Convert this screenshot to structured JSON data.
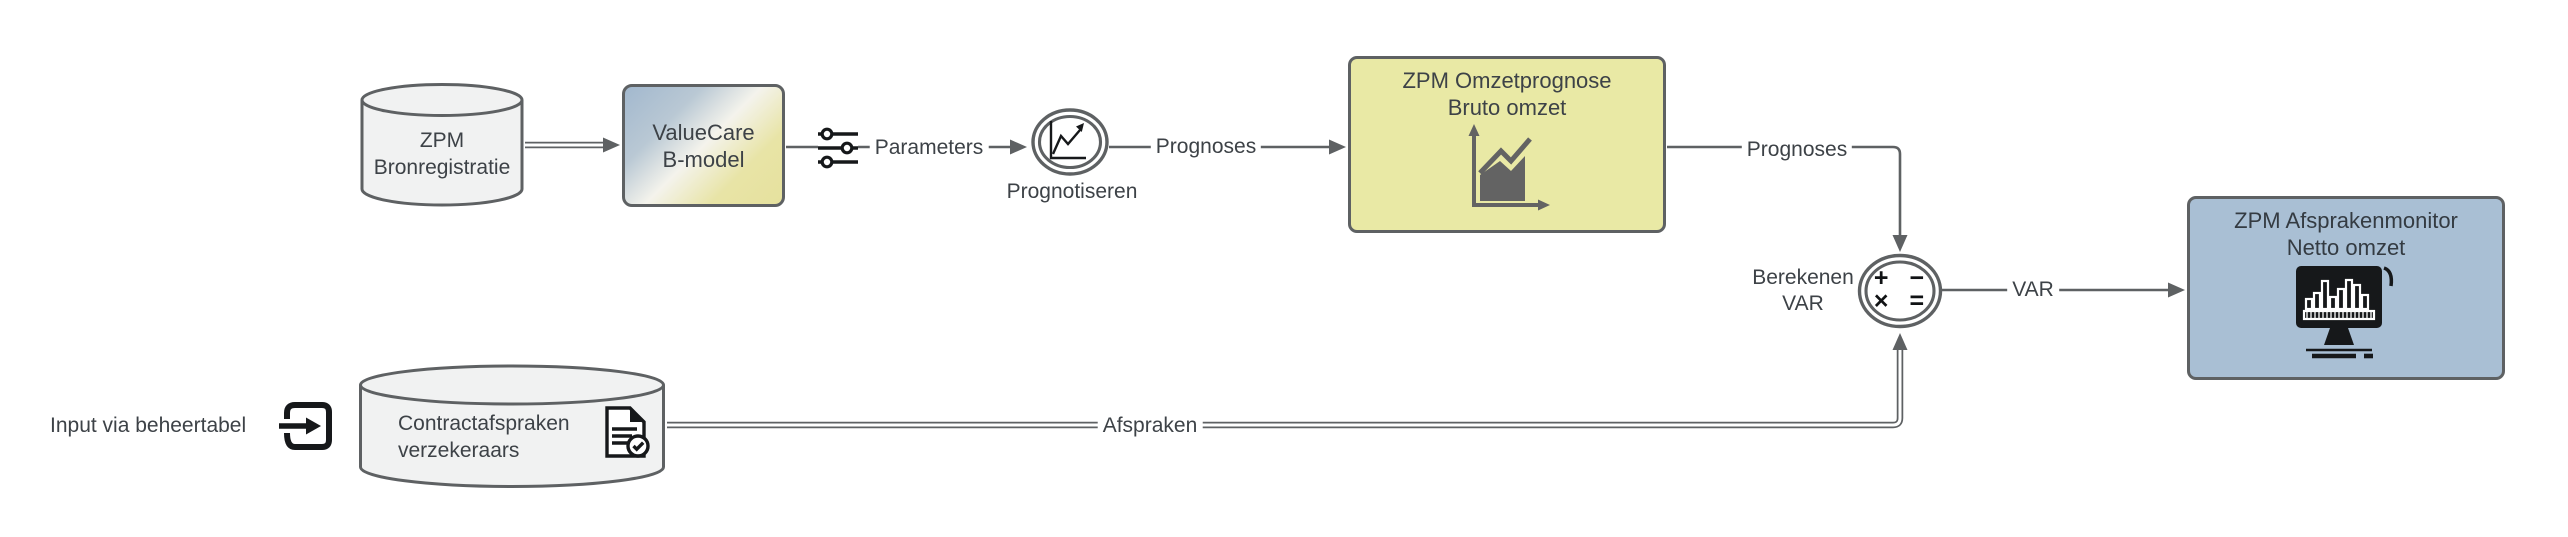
{
  "colors": {
    "line_gray": "#5e6163",
    "text": "#3d4247",
    "cylinder_fill": "#f1f2f2",
    "yellow_box": "#e9e9a5",
    "blue_box": "#a9bfd4",
    "gradient_blue": "#a2b8ce",
    "gradient_yellow": "#e6e19e",
    "icon_black": "#16181a",
    "icon_gray": "#636363"
  },
  "nodes": {
    "bron_db": {
      "line1": "ZPM",
      "line2": "Bronregistratie"
    },
    "valuecare": {
      "line1": "ValueCare",
      "line2": "B-model"
    },
    "prognotiseren": {
      "label": "Prognotiseren"
    },
    "omzetprognose": {
      "line1": "ZPM Omzetprognose",
      "line2": "Bruto omzet"
    },
    "berekenen": {
      "line1": "Berekenen",
      "line2": "VAR",
      "sym_row1": "+ −",
      "sym_row2": "× ="
    },
    "afsprakenmonitor": {
      "line1": "ZPM Afsprakenmonitor",
      "line2": "Netto omzet"
    },
    "contract_db": {
      "line1": "Contractafspraken",
      "line2": "verzekeraars"
    },
    "input_note": "Input via beheertabel"
  },
  "edges": {
    "parameters": "Parameters",
    "prognoses_1": "Prognoses",
    "prognoses_2": "Prognoses",
    "var": "VAR",
    "afspraken": "Afspraken"
  }
}
